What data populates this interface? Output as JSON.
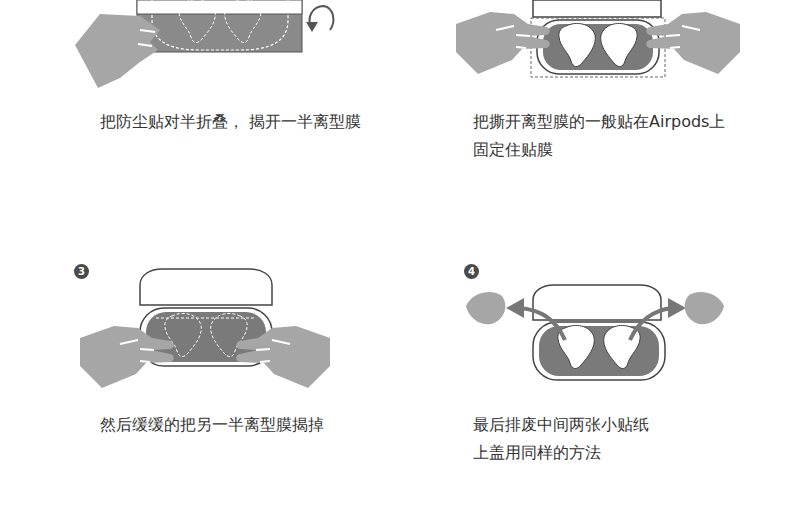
{
  "diagram": {
    "labels": [
      "把防尘贴对半折叠， 揭开一半离型膜",
      "把撕开离型膜的一般贴在Airpods上 固定住贴膜",
      "3",
      "然后缓缓的把另一半离型膜揭掉",
      "4",
      "最后排废中间两张小贴纸 上盖用同样的方法"
    ]
  }
}
